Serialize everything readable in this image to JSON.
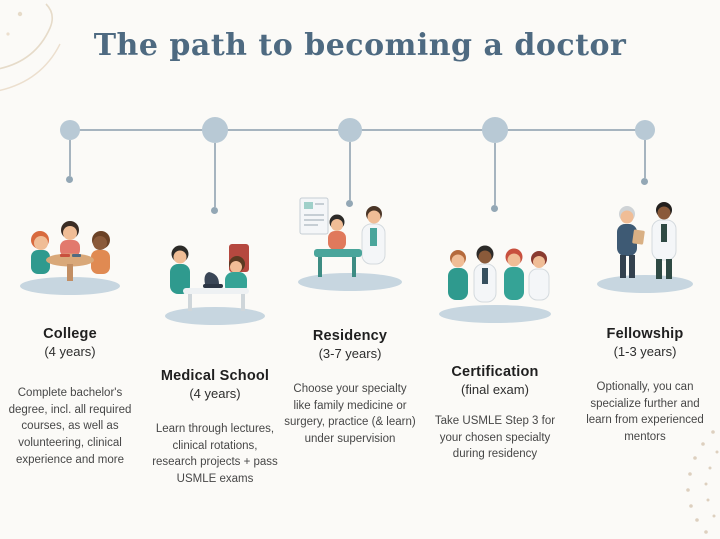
{
  "title": "The path to becoming a doctor",
  "steps": [
    {
      "title": "College",
      "duration": "(4 years)",
      "description": "Complete bachelor's degree, incl. all required courses, as well as volunteering, clinical experience and more",
      "illustration": "students-around-table"
    },
    {
      "title": "Medical School",
      "duration": "(4 years)",
      "description": "Learn through lectures, clinical rotations, research projects + pass USMLE exams",
      "illustration": "students-with-microscope"
    },
    {
      "title": "Residency",
      "duration": "(3-7 years)",
      "description": "Choose your specialty like family medicine or surgery, practice (& learn) under supervision",
      "illustration": "doctor-examining-patient"
    },
    {
      "title": "Certification",
      "duration": "(final exam)",
      "description": "Take USMLE Step 3 for your chosen specialty during residency",
      "illustration": "group-of-medical-staff"
    },
    {
      "title": "Fellowship",
      "duration": "(1-3 years)",
      "description": "Optionally, you can specialize further and learn from experienced mentors",
      "illustration": "mentor-and-doctor"
    }
  ],
  "colors": {
    "background": "#fbfaf7",
    "title": "#4e6a81",
    "timeline_line": "#a6b4bf",
    "timeline_node": "#b8c9d5",
    "heading": "#1f1f1f",
    "body_text": "#474747",
    "platform": "#c7d6e0",
    "scrub_teal": "#2f9a8e",
    "shirt_orange": "#e0795c",
    "hair_red": "#c8503e",
    "decor_beige": "#e6dbc9"
  }
}
